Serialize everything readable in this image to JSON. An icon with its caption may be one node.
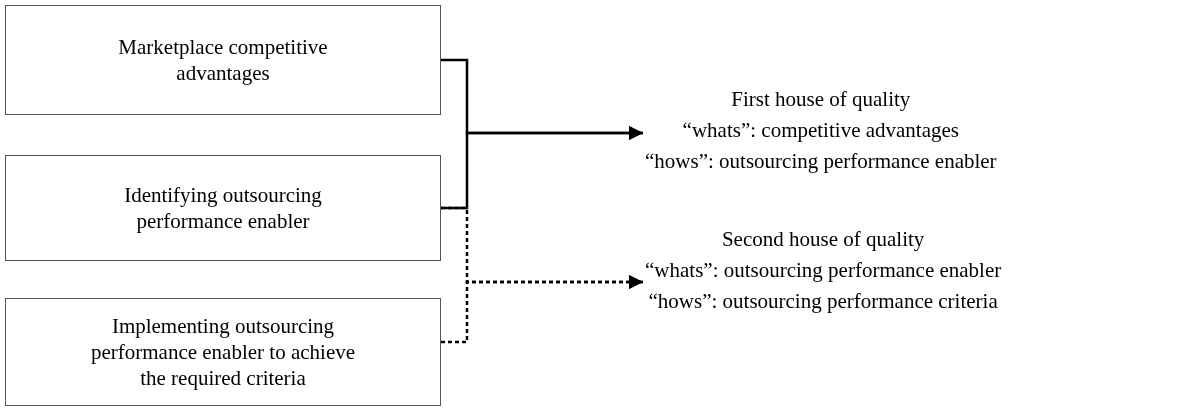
{
  "diagram": {
    "nodes": [
      {
        "text": [
          "Marketplace competitive advantages"
        ]
      },
      {
        "text": [
          "Identifying outsourcing performance enabler"
        ]
      },
      {
        "text": [
          "Implementing outsourcing performance enabler to achieve the required criteria"
        ]
      },
      {
        "text": [
          "First house of quality",
          "“whats”: competitive advantages",
          "“hows”: outsourcing performance enabler"
        ]
      },
      {
        "text": [
          "Second house of quality",
          "“whats”: outsourcing performance enabler",
          "“hows”: outsourcing performance criteria"
        ]
      }
    ],
    "edges": [
      {
        "from": 0,
        "to": 3,
        "arrow": "to"
      },
      {
        "from": 1,
        "to": 3,
        "arrow": "to"
      },
      {
        "from": 1,
        "to": 4,
        "arrow": "to",
        "style": "dashed"
      },
      {
        "from": 2,
        "to": 4,
        "arrow": "to",
        "style": "dashed"
      }
    ]
  }
}
